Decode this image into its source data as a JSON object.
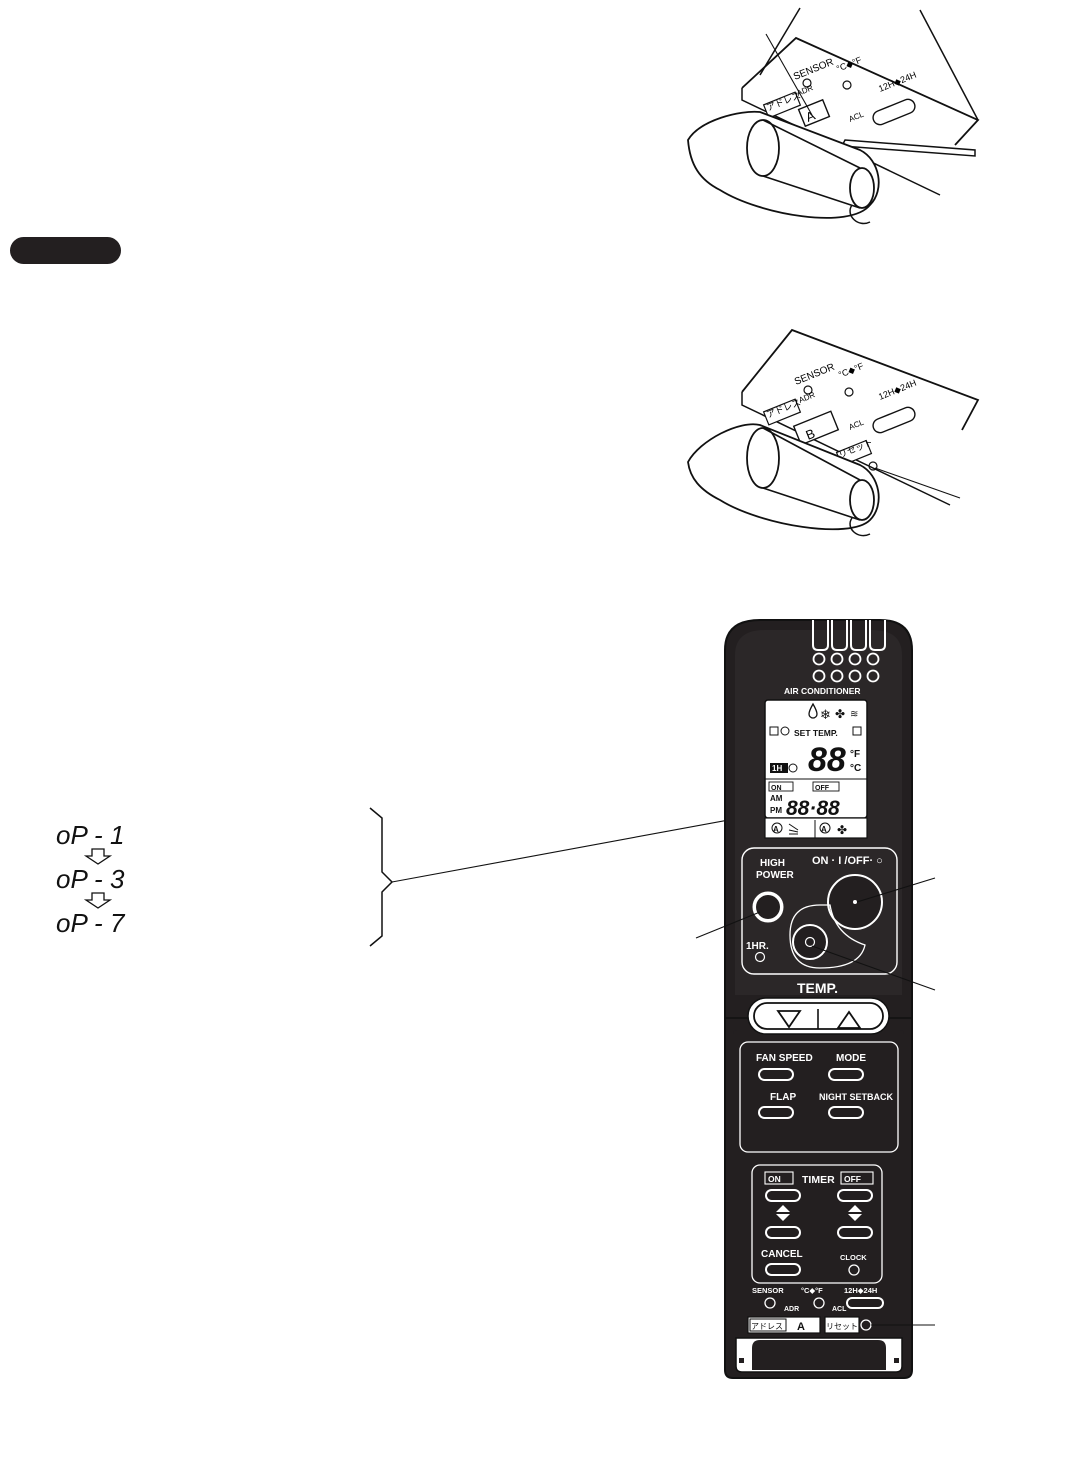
{
  "side_tab": {
    "color": "#231f20"
  },
  "panel_top": {
    "sensor": "SENSOR",
    "adr": "ADR",
    "temp_unit": "°C◆°F",
    "clock_mode": "12H◆24H",
    "address_jp": "アドレス",
    "address_value": "A",
    "acl": "ACL"
  },
  "panel_mid": {
    "sensor": "SENSOR",
    "adr": "ADR",
    "temp_unit": "°C◆°F",
    "clock_mode": "12H◆24H",
    "address_jp": "アドレス",
    "address_value": "B",
    "acl": "ACL",
    "reset_jp": "リセット"
  },
  "options": {
    "first": "oP - 1",
    "second": "oP - 3",
    "third": "oP - 7"
  },
  "remote": {
    "brand_label": "AIR CONDITIONER",
    "set_temp": "SET TEMP.",
    "temp_digits": "88",
    "unit_f": "°F",
    "unit_c": "°C",
    "one_hour_badge": "1H",
    "on_badge": "ON",
    "off_badge": "OFF",
    "am": "AM",
    "pm": "PM",
    "time_digits": "88·88",
    "auto_symbol": "A",
    "high_power": "HIGH\nPOWER",
    "on_off": "ON · I /OFF· ○",
    "one_hr": "1HR.",
    "temp_label": "TEMP.",
    "fan_speed": "FAN SPEED",
    "mode": "MODE",
    "flap": "FLAP",
    "night_setback": "NIGHT SETBACK",
    "timer": "TIMER",
    "timer_on": "ON",
    "timer_off": "OFF",
    "cancel": "CANCEL",
    "clock": "CLOCK",
    "sensor": "SENSOR",
    "temp_unit": "°C◆°F",
    "clock_mode": "12H◆24H",
    "adr": "ADR",
    "acl": "ACL",
    "address_jp": "アドレス",
    "address_value": "A",
    "reset_jp": "リセット"
  }
}
